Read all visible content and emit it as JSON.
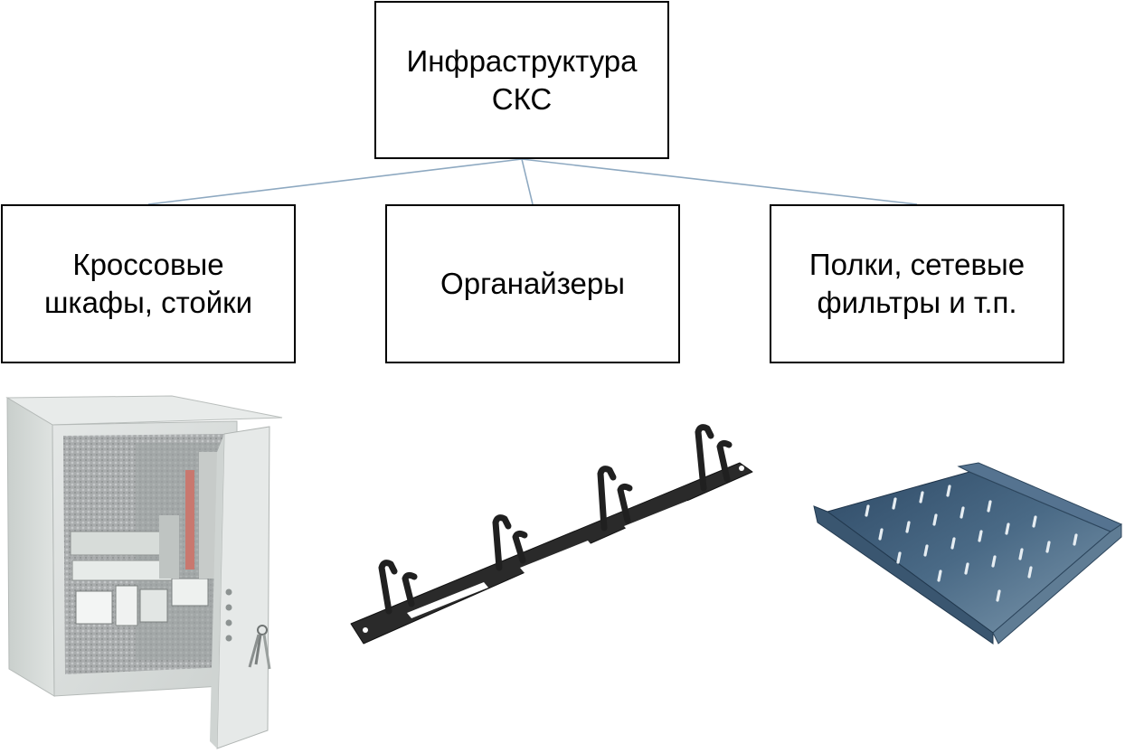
{
  "diagram": {
    "root": {
      "label": "Инфраструктура\nСКС"
    },
    "children": [
      {
        "label": "Кроссовые\nшкафы, стойки",
        "image": "cabinet-photo"
      },
      {
        "label": "Органайзеры",
        "image": "cable-organizer-photo"
      },
      {
        "label": "Полки, сетевые\nфильтры и т.п.",
        "image": "rack-shelf-photo"
      }
    ],
    "connector_color": "#8ea9c1"
  }
}
